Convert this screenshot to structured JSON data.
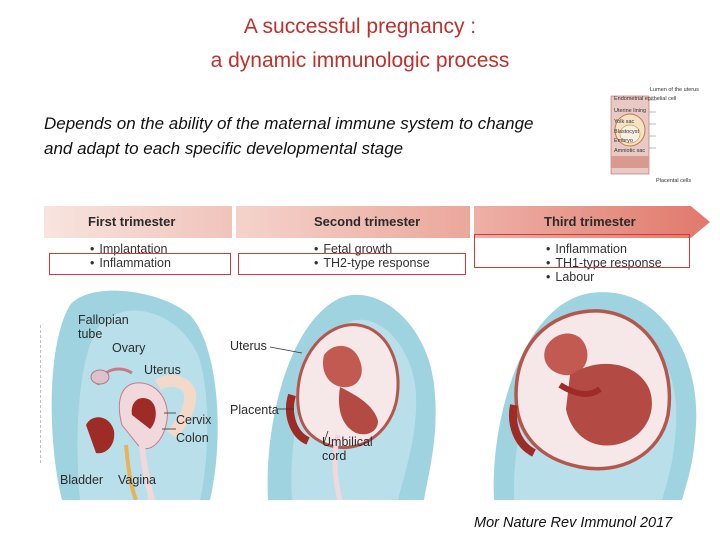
{
  "slide": {
    "title_line1": "A successful pregnancy :",
    "title_line2": "a dynamic immunologic process",
    "subtitle_line1": "Depends on the ability of the maternal immune system to change",
    "subtitle_line2": "and adapt to each specific developmental stage",
    "citation": "Mor Nature Rev Immunol 2017"
  },
  "inset": {
    "title": "Lumen of the uterus",
    "labels": [
      "Endometrial epithelial cell",
      "Uterine lining",
      "Yolk sac",
      "Blastocyst",
      "Embryo",
      "Amniotic sac",
      "Placental cells"
    ]
  },
  "trimesters": [
    {
      "label": "First trimester",
      "items": [
        "Implantation",
        "Inflammation"
      ]
    },
    {
      "label": "Second trimester",
      "items": [
        "Fetal growth",
        "TH2-type response"
      ]
    },
    {
      "label": "Third trimester",
      "items": [
        "Inflammation",
        "TH1-type response",
        "Labour"
      ]
    }
  ],
  "anatomy": {
    "fallopian_1": "Fallopian",
    "fallopian_2": "tube",
    "ovary": "Ovary",
    "uterus": "Uterus",
    "cervix": "Cervix",
    "colon": "Colon",
    "bladder": "Bladder",
    "vagina": "Vagina",
    "uterus2": "Uterus",
    "placenta": "Placenta",
    "umbilical_1": "Umbilical",
    "umbilical_2": "cord"
  },
  "colors": {
    "title": "#c0302a",
    "banner_light": "#f6dcd7",
    "banner_dark": "#e58a7e",
    "highlight": "#d23a3a",
    "body_blue": "#9fd3e0",
    "uterus": "#9e2b25"
  }
}
